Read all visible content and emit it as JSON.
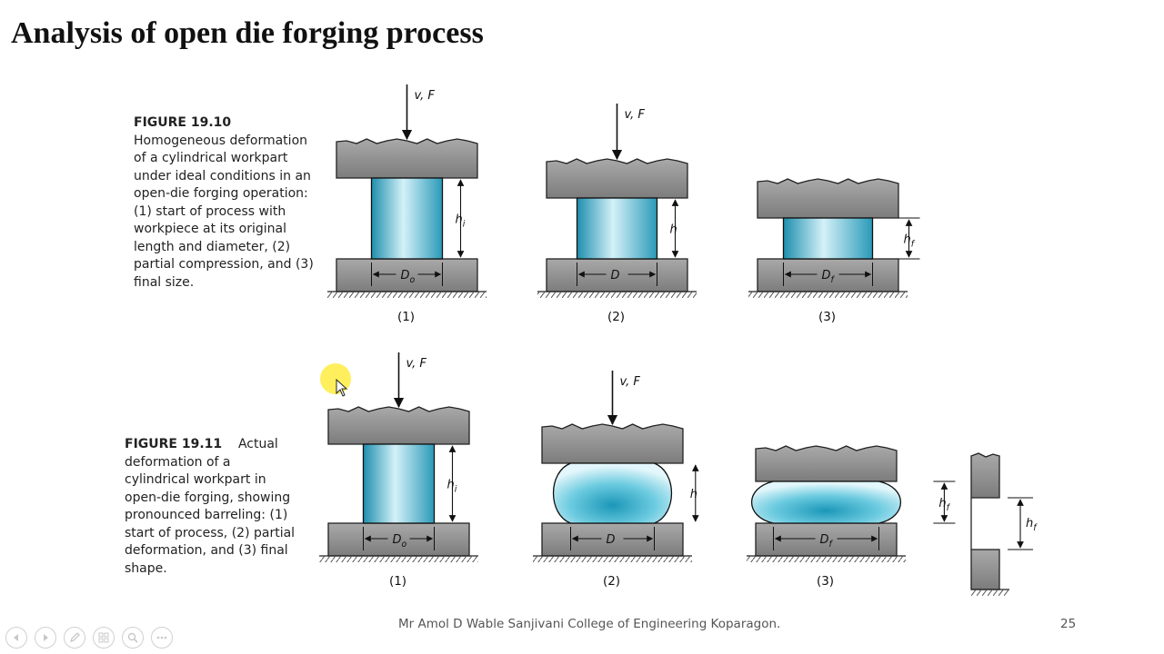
{
  "slide": {
    "title": "Analysis of open die forging process",
    "footer": "Mr Amol D Wable  Sanjivani College of Engineering Koparagon.",
    "page_number": "25"
  },
  "figure1": {
    "number": "FIGURE 19.10",
    "caption": "Homogeneous deformation of a cylindrical workpart under ideal conditions in an open-die forging operation: (1) start of process with workpiece at its original length and diameter, (2) partial compression, and (3) final size.",
    "stages": [
      {
        "label": "(1)",
        "force": "v, F",
        "height": "hi",
        "diameter": "Do"
      },
      {
        "label": "(2)",
        "force": "v, F",
        "height": "h",
        "diameter": "D"
      },
      {
        "label": "(3)",
        "height": "hf",
        "diameter": "Df"
      }
    ]
  },
  "figure2": {
    "number": "FIGURE 19.11",
    "caption": "Actual deformation of a cylindrical workpart in open-die forging, showing pronounced barreling: (1) start of process, (2) partial deformation, and (3) final shape.",
    "stages": [
      {
        "label": "(1)",
        "force": "v, F",
        "height": "hi",
        "diameter": "Do"
      },
      {
        "label": "(2)",
        "force": "v, F",
        "height": "h",
        "diameter": "D"
      },
      {
        "label": "(3)",
        "height": "hf",
        "diameter": "Df"
      },
      {
        "height": "hf"
      }
    ]
  },
  "colors": {
    "die": "#8e8e8e",
    "workpiece": "#3ab0cc",
    "highlight": "#ffec40"
  },
  "nav_icons": [
    "previous-icon",
    "next-icon",
    "pen-icon",
    "slides-icon",
    "zoom-icon",
    "more-icon"
  ]
}
